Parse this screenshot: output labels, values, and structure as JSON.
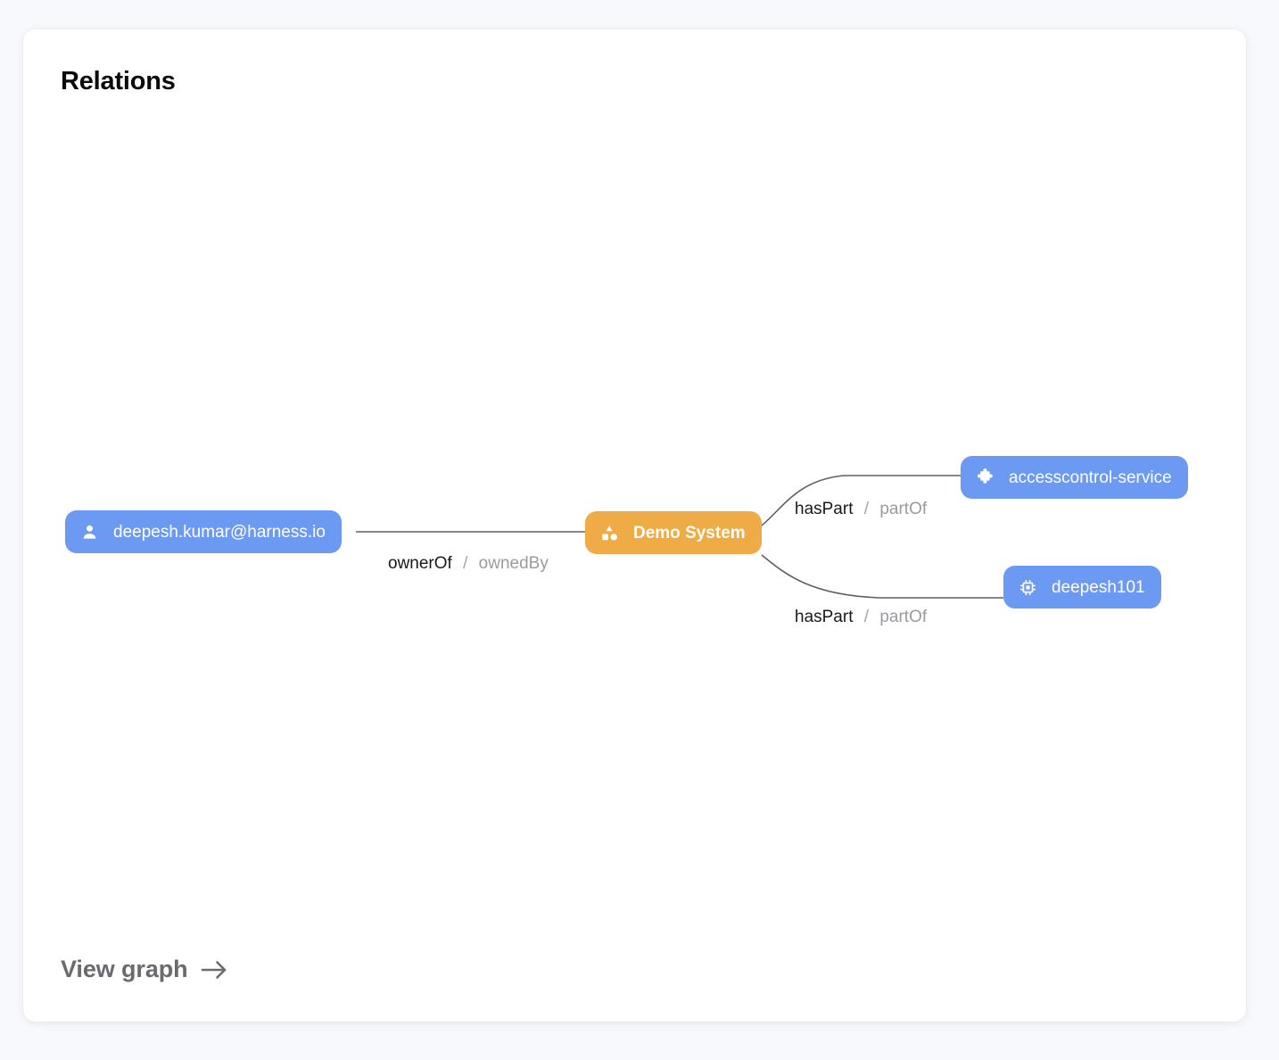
{
  "card": {
    "title": "Relations"
  },
  "graph": {
    "nodes": [
      {
        "id": "user",
        "label": "deepesh.kumar@harness.io",
        "kind": "user",
        "icon": "person-icon",
        "color": "#6c9af2"
      },
      {
        "id": "system",
        "label": "Demo System",
        "kind": "system",
        "icon": "shapes-icon",
        "color": "#efab45"
      },
      {
        "id": "service",
        "label": "accesscontrol-service",
        "kind": "component",
        "icon": "puzzle-piece-icon",
        "color": "#6c9af2"
      },
      {
        "id": "component",
        "label": "deepesh101",
        "kind": "resource",
        "icon": "chip-icon",
        "color": "#6c9af2"
      }
    ],
    "edges": [
      {
        "id": "owner",
        "from": "user",
        "to": "system",
        "forward": "ownerOf",
        "separator": "/",
        "reverse": "ownedBy"
      },
      {
        "id": "part-1",
        "from": "system",
        "to": "service",
        "forward": "hasPart",
        "separator": "/",
        "reverse": "partOf"
      },
      {
        "id": "part-2",
        "from": "system",
        "to": "component",
        "forward": "hasPart",
        "separator": "/",
        "reverse": "partOf"
      }
    ],
    "edge_color": "#5e5e66"
  },
  "footer": {
    "view_graph_label": "View graph",
    "arrow_icon": "arrow-right-icon"
  }
}
